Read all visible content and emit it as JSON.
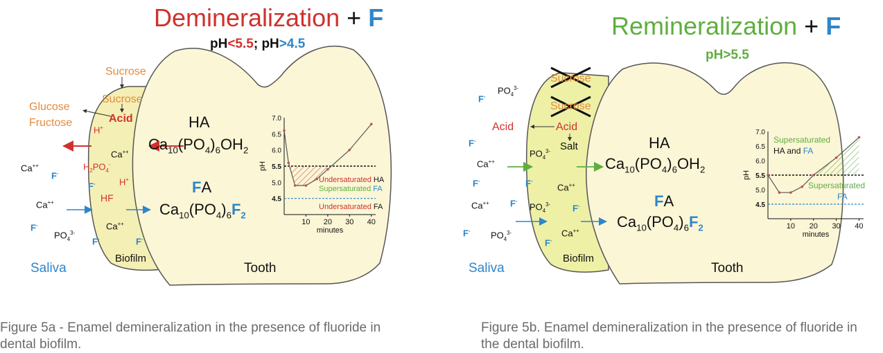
{
  "panel_a": {
    "title_word": "Demineralization",
    "title_plus": "+",
    "title_f": "F",
    "ph_prefix": "pH",
    "ph_lt": "<5.5",
    "ph_sep": ";",
    "ph_prefix2": "pH",
    "ph_gt": ">4.5",
    "sucrose_outer": "Sucrose",
    "sucrose_inner": "Sucrose",
    "acid": "Acid",
    "glucose": "Glucose",
    "fructose": "Fructose",
    "h_plus": "H",
    "h2po4": "H",
    "hf": "HF",
    "h_plus_2": "H",
    "ca_1": "Ca",
    "ca_2": "Ca",
    "ca_3": "Ca",
    "ca_4": "Ca",
    "f_1": "F",
    "f_2": "F",
    "f_3": "F",
    "f_4": "F",
    "f_5": "F",
    "po4": "PO",
    "saliva": "Saliva",
    "biofilm": "Biofilm",
    "tooth": "Tooth",
    "ha": "HA",
    "fa_f": "F",
    "fa_a": "A",
    "formula_ha": "Ca10(PO4)6OH2",
    "formula_fa": "Ca10(PO4)6F2",
    "caption": "Figure 5a - Enamel demineralization in the presence of fluoride in dental biofilm."
  },
  "panel_b": {
    "title_word": "Remineralization",
    "title_plus": "+",
    "title_f": "F",
    "ph": "pH>5.5",
    "sucrose_1": "Sucrose",
    "sucrose_2": "Sucrose",
    "acid_inner": "Acid",
    "acid_outer": "Acid",
    "salt": "Salt",
    "po4_1": "PO",
    "po4_2": "PO",
    "po4_3": "PO",
    "po4_4": "PO",
    "ca_1": "Ca",
    "ca_2": "Ca",
    "ca_3": "Ca",
    "ca_4": "Ca",
    "f_1": "F",
    "f_2": "F",
    "f_3": "F",
    "f_4": "F",
    "f_5": "F",
    "f_6": "F",
    "f_7": "F",
    "f_8": "F",
    "saliva": "Saliva",
    "biofilm": "Biofilm",
    "tooth": "Tooth",
    "ha": "HA",
    "fa_f": "F",
    "fa_a": "A",
    "caption": "Figure 5b. Enamel demineralization in the presence of fluoride in the dental biofilm."
  },
  "chart_data": [
    {
      "type": "line",
      "panel": "a",
      "xlabel": "minutes",
      "ylabel": "pH",
      "xticks": [
        10,
        20,
        30,
        40
      ],
      "yticks": [
        4.5,
        5.0,
        5.5,
        6.0,
        6.5,
        7.0
      ],
      "xlim": [
        0,
        42
      ],
      "ylim": [
        4.0,
        7.0
      ],
      "x": [
        0,
        2,
        5,
        10,
        15,
        20,
        30,
        40
      ],
      "y": [
        6.6,
        5.6,
        4.9,
        4.9,
        5.1,
        5.4,
        6.0,
        6.8
      ],
      "ha_threshold": 5.5,
      "fa_threshold": 4.5,
      "annotations": [
        {
          "text": "Undersaturated ",
          "suffix": "HA",
          "color": "#d0312d"
        },
        {
          "text": "Supersaturated ",
          "suffix": "FA",
          "color": "#5fae3f"
        },
        {
          "text": "Undersaturated ",
          "suffix": "FA",
          "color": "#d0312d"
        }
      ]
    },
    {
      "type": "line",
      "panel": "b",
      "xlabel": "minutes",
      "ylabel": "pH",
      "xticks": [
        10,
        20,
        30,
        40
      ],
      "yticks": [
        4.5,
        5.0,
        5.5,
        6.0,
        6.5,
        7.0
      ],
      "xlim": [
        0,
        42
      ],
      "ylim": [
        4.0,
        7.0
      ],
      "x": [
        0,
        5,
        10,
        15,
        20,
        30,
        40
      ],
      "y": [
        5.5,
        4.9,
        4.9,
        5.1,
        5.5,
        6.1,
        6.8
      ],
      "ha_threshold": 5.5,
      "fa_threshold": 4.5,
      "annotations": [
        {
          "text": "Supersaturated",
          "color": "#5fae3f"
        },
        {
          "text": "HA and ",
          "suffix": "FA",
          "color": "#111111"
        },
        {
          "text": "Supersaturated",
          "color": "#5fae3f"
        },
        {
          "text": "FA",
          "color": "#2e86c9"
        }
      ]
    }
  ]
}
